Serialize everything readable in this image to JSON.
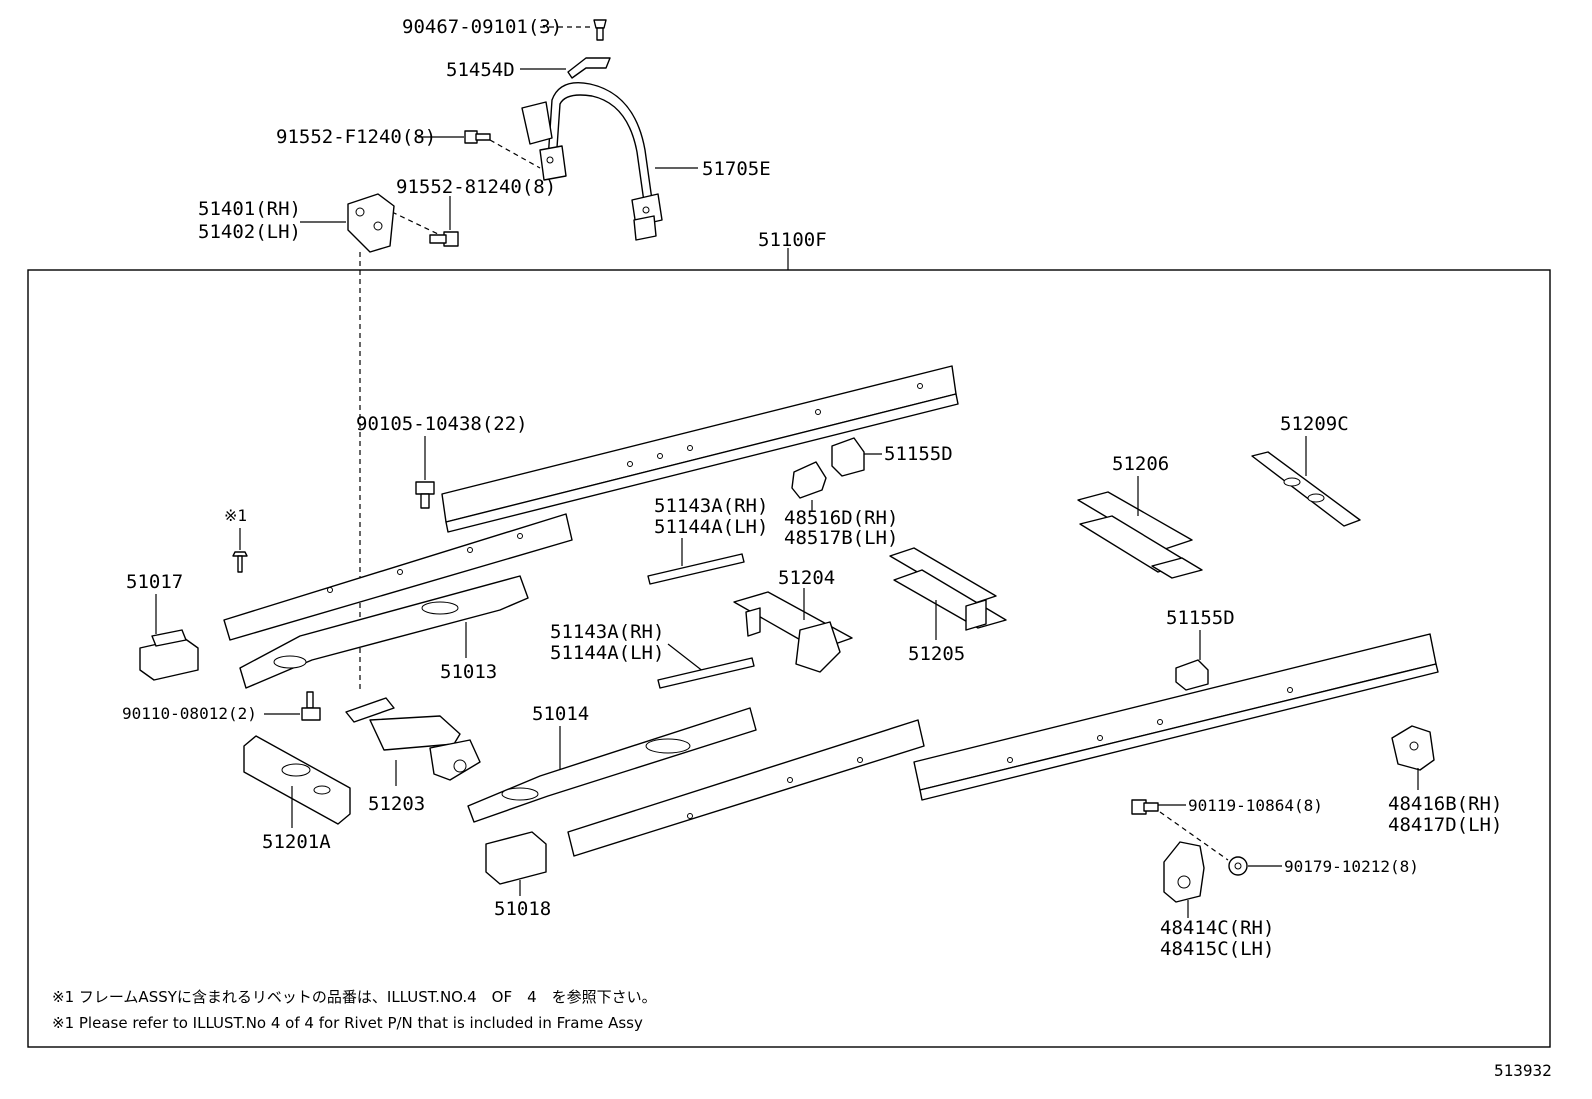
{
  "diagram_id": "513932",
  "assembly_label": "51100F",
  "labels": {
    "clip_top": "90467-09101(3)",
    "bracket_top": "51454D",
    "bolt_left": "91552-F1240(8)",
    "bolt_mid": "91552-81240(8)",
    "bracket_rh": "51401(RH)",
    "bracket_lh": "51402(LH)",
    "hoop": "51705E",
    "rivet_bolt": "90105-10438(22)",
    "note_mark": "※1",
    "crossmember_front": "51017",
    "side_front": "51013",
    "bolt_front": "90110-08012(2)",
    "cross_51201a": "51201A",
    "cross_51203": "51203",
    "side_rear": "51014",
    "bracket_51018": "51018",
    "plate_upper_rh": "51143A(RH)",
    "plate_upper_lh": "51144A(LH)",
    "plate_lower_rh": "51143A(RH)",
    "plate_lower_lh": "51144A(LH)",
    "bracket_51155d_top": "51155D",
    "bracket_48516d": "48516D(RH)",
    "bracket_48517b": "48517B(LH)",
    "cross_51204": "51204",
    "cross_51205": "51205",
    "cross_51206": "51206",
    "cross_51209c": "51209C",
    "bracket_51155d_low": "51155D",
    "bolt_90119": "90119-10864(8)",
    "nut_90179": "90179-10212(8)",
    "bracket_48414c": "48414C(RH)",
    "bracket_48415c": "48415C(LH)",
    "bracket_48416b": "48416B(RH)",
    "bracket_48417d": "48417D(LH)"
  },
  "notes": {
    "jp": "※1 フレームASSYに含まれるリベットの品番は、ILLUST.NO.4　OF　4　を参照下さい。",
    "en": "※1 Please refer to ILLUST.No 4 of 4 for Rivet P/N that is included in Frame Assy"
  }
}
